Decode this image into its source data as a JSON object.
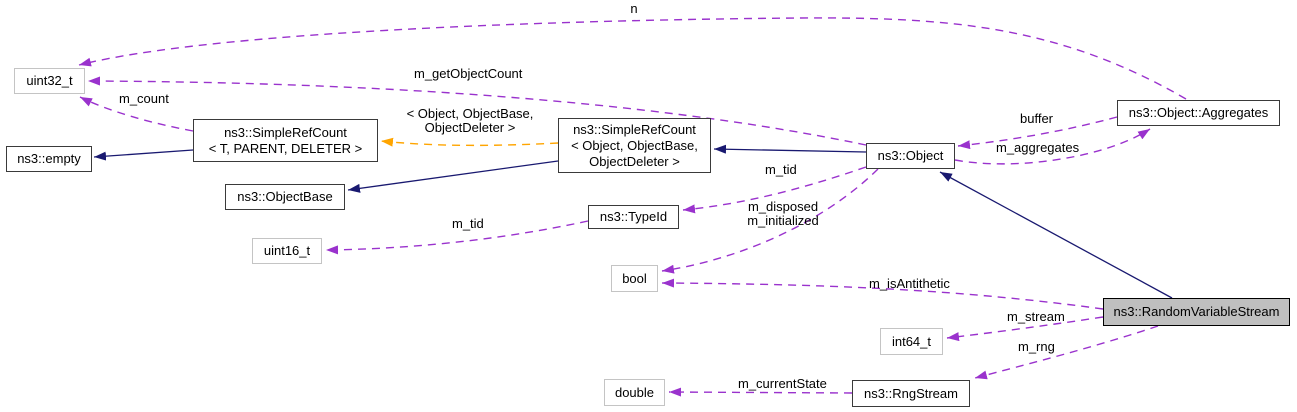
{
  "nodes": {
    "uint32_t": {
      "label": "uint32_t"
    },
    "empty": {
      "label": "ns3::empty"
    },
    "simple_ref_count_t": {
      "lines": [
        "ns3::SimpleRefCount",
        "< T, PARENT, DELETER >"
      ]
    },
    "object_base": {
      "label": "ns3::ObjectBase"
    },
    "simple_ref_count_object": {
      "lines": [
        "ns3::SimpleRefCount",
        "< Object, ObjectBase,",
        "ObjectDeleter >"
      ]
    },
    "type_id": {
      "label": "ns3::TypeId"
    },
    "uint16_t": {
      "label": "uint16_t"
    },
    "bool": {
      "label": "bool"
    },
    "object": {
      "label": "ns3::Object"
    },
    "aggregates": {
      "label": "ns3::Object::Aggregates"
    },
    "random_variable_stream": {
      "label": "ns3::RandomVariableStream"
    },
    "int64_t": {
      "label": "int64_t"
    },
    "rng_stream": {
      "label": "ns3::RngStream"
    },
    "double": {
      "label": "double"
    }
  },
  "edge_labels": {
    "n": "n",
    "m_getObjectCount": "m_getObjectCount",
    "m_count": "m_count",
    "template_args": {
      "line1": "< Object, ObjectBase,",
      "line2": "ObjectDeleter >"
    },
    "buffer": "buffer",
    "m_aggregates": "m_aggregates",
    "m_tid_object": "m_tid",
    "m_tid_typeid": "m_tid",
    "m_disposed_initialized": {
      "line1": "m_disposed",
      "line2": "m_initialized"
    },
    "m_isAntithetic": "m_isAntithetic",
    "m_stream": "m_stream",
    "m_rng": "m_rng",
    "m_currentState": "m_currentState"
  },
  "colors": {
    "usage_edge": "#9a32cd",
    "template_edge": "#ffa500",
    "inheritance_edge": "#191970",
    "class_border": "#3a3a3a",
    "primitive_border": "#c4c4c4",
    "node_fill": "#ffffff",
    "focus_fill": "#bfbfbf",
    "text": "#000000",
    "background": "#ffffff"
  }
}
